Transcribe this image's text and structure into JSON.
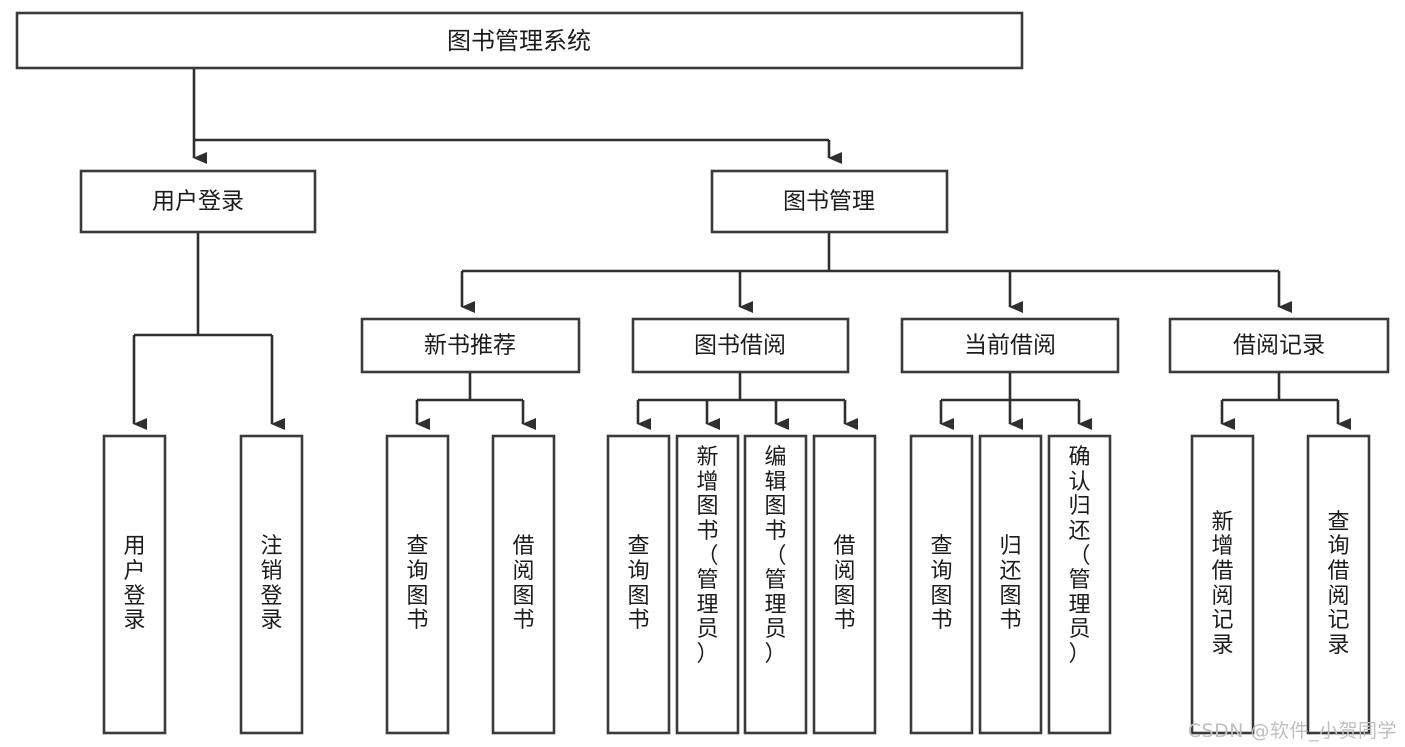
{
  "diagram": {
    "title": "图书管理系统",
    "type": "tree-hierarchy-diagram",
    "colors": {
      "box_stroke": "#3a3a3a",
      "box_fill": "#ffffff",
      "connector": "#2f2f2f",
      "text": "#1c1c1c",
      "watermark": "#bfbfbf",
      "background": "#ffffff"
    },
    "root": {
      "label": "图书管理系统"
    },
    "level2": [
      {
        "label": "用户登录"
      },
      {
        "label": "图书管理"
      }
    ],
    "level3": [
      {
        "label": "新书推荐"
      },
      {
        "label": "图书借阅"
      },
      {
        "label": "当前借阅"
      },
      {
        "label": "借阅记录"
      }
    ],
    "leaves": {
      "user_login": [
        {
          "label": "用户登录"
        },
        {
          "label": "注销登录"
        }
      ],
      "new_book_recommend": [
        {
          "label": "查询图书"
        },
        {
          "label": "借阅图书"
        }
      ],
      "book_borrow": [
        {
          "label": "查询图书"
        },
        {
          "label": "新增图书（管理员）"
        },
        {
          "label": "编辑图书（管理员）"
        },
        {
          "label": "借阅图书"
        }
      ],
      "current_borrow": [
        {
          "label": "查询图书"
        },
        {
          "label": "归还图书"
        },
        {
          "label": "确认归还（管理员）"
        }
      ],
      "borrow_record": [
        {
          "label": "新增借阅记录"
        },
        {
          "label": "查询借阅记录"
        }
      ]
    },
    "watermark": "CSDN @软件_小贺同学"
  }
}
